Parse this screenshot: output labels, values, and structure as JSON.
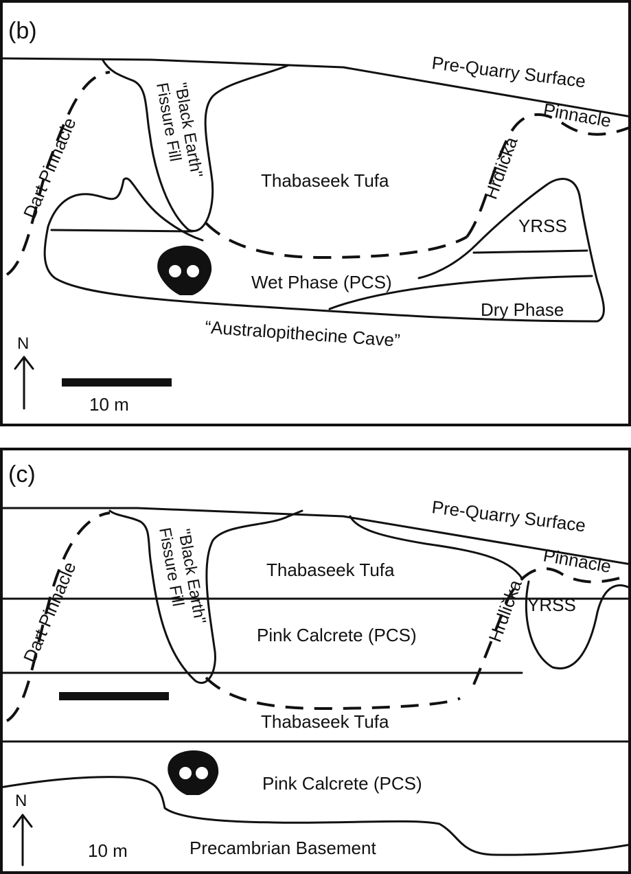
{
  "panel_b": {
    "letter": "(b)",
    "labels": {
      "pre_quarry_surface": "Pre-Quarry Surface",
      "pinnacle": "Pinnacle",
      "hrdlicka": "Hrdlička",
      "dart_pinnacle": "Dart Pinnacle",
      "black_earth": "\"Black Earth\"",
      "fissure_fill": "Fissure Fill",
      "thabaseek_tufa": "Thabaseek Tufa",
      "yrss": "YRSS",
      "wet_phase": "Wet Phase (PCS)",
      "dry_phase": "Dry Phase",
      "cave": "“Australopithecine Cave”"
    },
    "north": "N",
    "scale": "10 m"
  },
  "panel_c": {
    "letter": "(c)",
    "labels": {
      "pre_quarry_surface": "Pre-Quarry Surface",
      "pinnacle": "Pinnacle",
      "hrdlicka": "Hrdlička",
      "dart_pinnacle": "Dart Pinnacle",
      "black_earth": "\"Black Earth\"",
      "fissure_fill": "Fissure Fill",
      "thabaseek_tufa_upper": "Thabaseek Tufa",
      "yrss": "YRSS",
      "pink_calcrete_upper": "Pink Calcrete (PCS)",
      "thabaseek_tufa_lower": "Thabaseek Tufa",
      "pink_calcrete_lower": "Pink Calcrete (PCS)",
      "precambrian": "Precambrian Basement"
    },
    "north": "N",
    "scale": "10 m"
  }
}
